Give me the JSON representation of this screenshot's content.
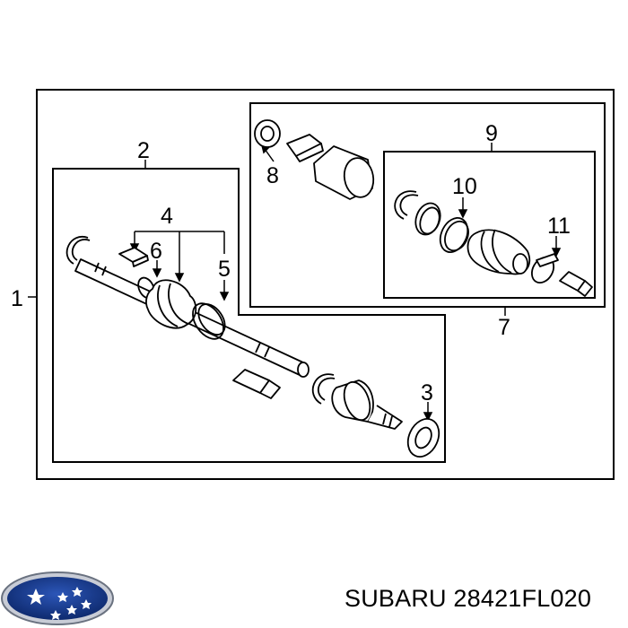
{
  "diagram": {
    "callouts": {
      "c1": "1",
      "c2": "2",
      "c3": "3",
      "c4": "4",
      "c5": "5",
      "c6": "6",
      "c7": "7",
      "c8": "8",
      "c9": "9",
      "c10": "10",
      "c11": "11"
    }
  },
  "footer": {
    "brand": "SUBARU",
    "part_number": "28421FL020",
    "caption": "SUBARU 28421FL020",
    "logo_icon": "subaru-pleiades-logo"
  },
  "colors": {
    "line": "#000000",
    "part_fill": "#ffffff",
    "logo_blue": "#1a3a8f"
  }
}
